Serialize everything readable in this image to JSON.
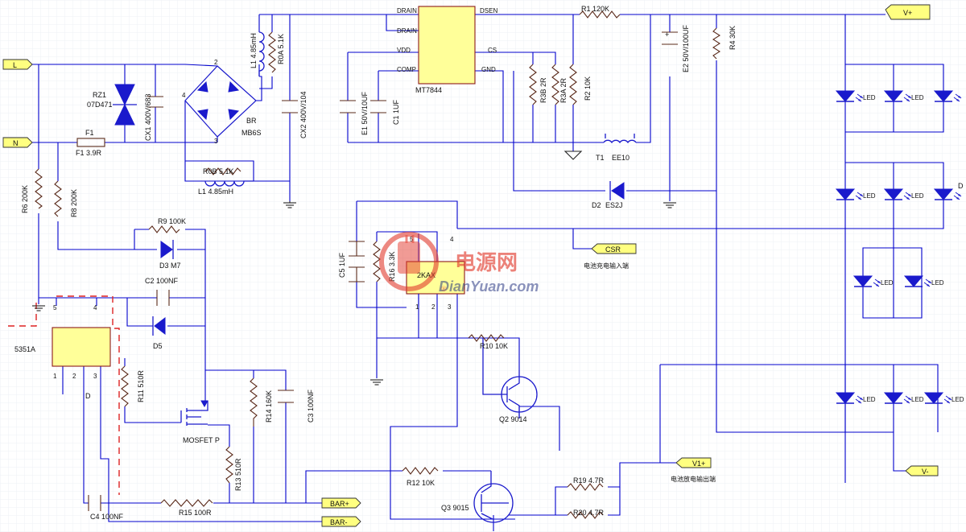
{
  "colors": {
    "wire": "#0000cc",
    "component": "#5a2a1a",
    "symbol": "#1a1acc",
    "ic_fill": "#ffff99",
    "port_fill": "#ffff80",
    "dashed_box": "#dd2222",
    "grid": "#eef0f6",
    "watermark": "#e23b2e"
  },
  "ports": {
    "L": "L",
    "N": "N",
    "vplus_top": "V+",
    "csr": "CSR",
    "v1plus": "V1+",
    "vminus": "V-",
    "barplus": "BAR+",
    "barminus": "BAR-"
  },
  "notes": {
    "charge_input": "电池充电输入端",
    "discharge_output": "电池放电输出端"
  },
  "ics": {
    "mt7844": {
      "name": "MT7844",
      "pins": {
        "drain1": "DRAIN",
        "drain2": "DRAIN",
        "vdd": "VDD",
        "comp": "COMP",
        "dsen": "DSEN",
        "cs": "CS",
        "gnd": "GND"
      }
    },
    "u5351a": {
      "name": "5351A",
      "pin1": "1",
      "pin2": "2",
      "pin3": "3",
      "pin4": "4",
      "pin5": "5"
    },
    "u2kax": {
      "name": "2KAX",
      "pin1": "1",
      "pin2": "2",
      "pin3": "3",
      "pin4": "4",
      "pin5": "5"
    }
  },
  "labels": {
    "rz1": "RZ1",
    "rz1_val": "07D471",
    "cx1": "CX1 400V/683",
    "f1": "F1",
    "f1_val": "F1 3.9R",
    "br_pin2": "2",
    "br_pin4": "4",
    "br_pin3": "3",
    "br": "BR",
    "br_val": "MB6S",
    "l1_top": "L1 4.85mH",
    "r0a": "R0A 5.1K",
    "r0b": "R0B 5.1K",
    "l1_bottom": "L1 4.85mH",
    "cx2": "CX2 400V/104",
    "e1": "E1 50V/10UF",
    "c1": "C1 1UF",
    "r3b": "R3B 2R",
    "r3a": "R3A 2R",
    "r2": "R2 10K",
    "r1": "R1 120K",
    "t1": "T1",
    "t1_val": "EE10",
    "d2": "D2",
    "d2_val": "ES2J",
    "e2": "E2 50V/100UF",
    "e2_plus": "+",
    "r4": "R4 30K",
    "r6": "R6 200K",
    "r8": "R8 200K",
    "r9": "R9 100K",
    "d3": "D3 M7",
    "c2": "C2 100NF",
    "d5": "D5",
    "d": "D",
    "r11": "R11 510R",
    "mosfet": "MOSFET P",
    "r13": "R13 510R",
    "r14": "R14 160K",
    "c3": "C3 100NF",
    "c4": "C4 100NF",
    "r15": "R15 100R",
    "c5": "C5 1UF",
    "r16": "R16 3.3K",
    "r10": "R10 10K",
    "q2": "Q2 9014",
    "r12": "R12 10K",
    "q3": "Q3 9015",
    "r19": "R19 4.7R",
    "r20": "R20 4.7R",
    "led": "LED",
    "led_partial": "D"
  },
  "watermark": {
    "cn": "电源网",
    "en": "DianYuan.com",
    "reg": "®"
  }
}
